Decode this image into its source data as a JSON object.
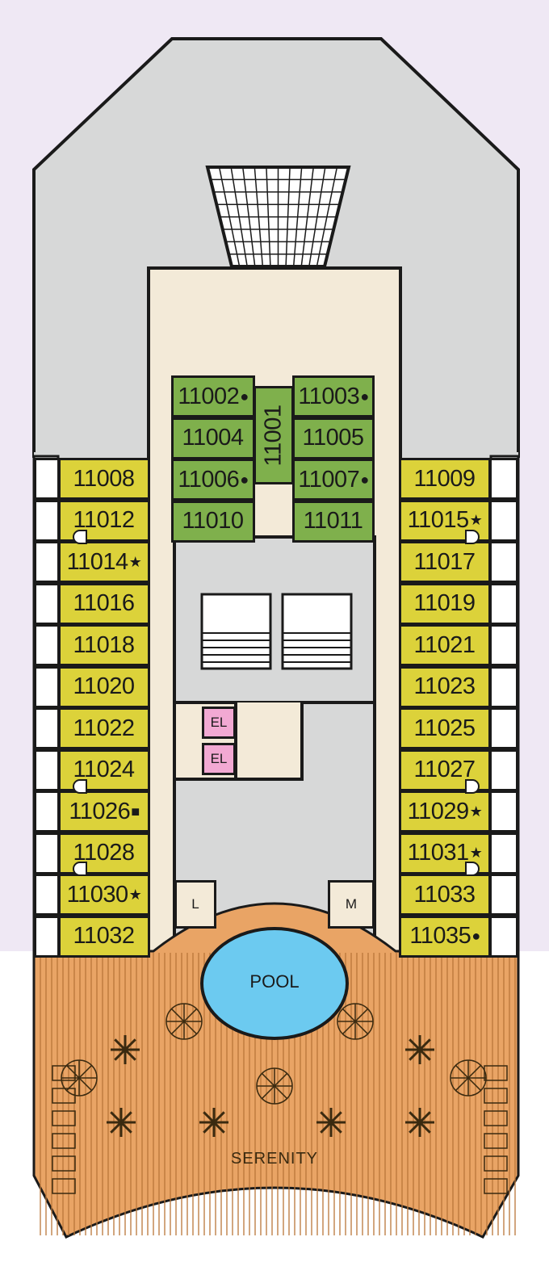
{
  "colors": {
    "background": "#efe8f4",
    "deck_grey": "#d7d8d8",
    "corridor": "#f3ead8",
    "cabin_yellow": "#dcd23a",
    "cabin_green": "#7fb04c",
    "elevator": "#f2a9d3",
    "pool": "#6ccaf0",
    "wood": "#e9a465"
  },
  "icons": {
    "bullet": "●",
    "star": "★",
    "square": "■",
    "connecting_door": "half-circle-marker-icon",
    "grid_structure": "grid-structure-icon",
    "stairs": "stairs-icon",
    "palm": "palm-tree-icon",
    "umbrella": "umbrella-icon",
    "lounger": "lounge-chair-icon"
  },
  "cabins_left": [
    {
      "num": "11008",
      "sym": ""
    },
    {
      "num": "11012",
      "sym": ""
    },
    {
      "num": "11014",
      "sym": "★"
    },
    {
      "num": "11016",
      "sym": ""
    },
    {
      "num": "11018",
      "sym": ""
    },
    {
      "num": "11020",
      "sym": ""
    },
    {
      "num": "11022",
      "sym": ""
    },
    {
      "num": "11024",
      "sym": ""
    },
    {
      "num": "11026",
      "sym": "■"
    },
    {
      "num": "11028",
      "sym": ""
    },
    {
      "num": "11030",
      "sym": "★"
    },
    {
      "num": "11032",
      "sym": ""
    }
  ],
  "cabins_right": [
    {
      "num": "11009",
      "sym": ""
    },
    {
      "num": "11015",
      "sym": "★"
    },
    {
      "num": "11017",
      "sym": ""
    },
    {
      "num": "11019",
      "sym": ""
    },
    {
      "num": "11021",
      "sym": ""
    },
    {
      "num": "11023",
      "sym": ""
    },
    {
      "num": "11025",
      "sym": ""
    },
    {
      "num": "11027",
      "sym": ""
    },
    {
      "num": "11029",
      "sym": "★"
    },
    {
      "num": "11031",
      "sym": "★"
    },
    {
      "num": "11033",
      "sym": ""
    },
    {
      "num": "11035",
      "sym": "●"
    }
  ],
  "cabins_center_left": [
    {
      "num": "11002",
      "sym": "●"
    },
    {
      "num": "11004",
      "sym": ""
    },
    {
      "num": "11006",
      "sym": "●"
    },
    {
      "num": "11010",
      "sym": ""
    }
  ],
  "cabins_center_right": [
    {
      "num": "11003",
      "sym": "●"
    },
    {
      "num": "11005",
      "sym": ""
    },
    {
      "num": "11007",
      "sym": "●"
    },
    {
      "num": "11011",
      "sym": ""
    }
  ],
  "cabin_center": "11001",
  "elevators": [
    "EL",
    "EL"
  ],
  "rooms": {
    "left": "L",
    "right": "M"
  },
  "pool_label": "POOL",
  "area_label": "SERENITY"
}
